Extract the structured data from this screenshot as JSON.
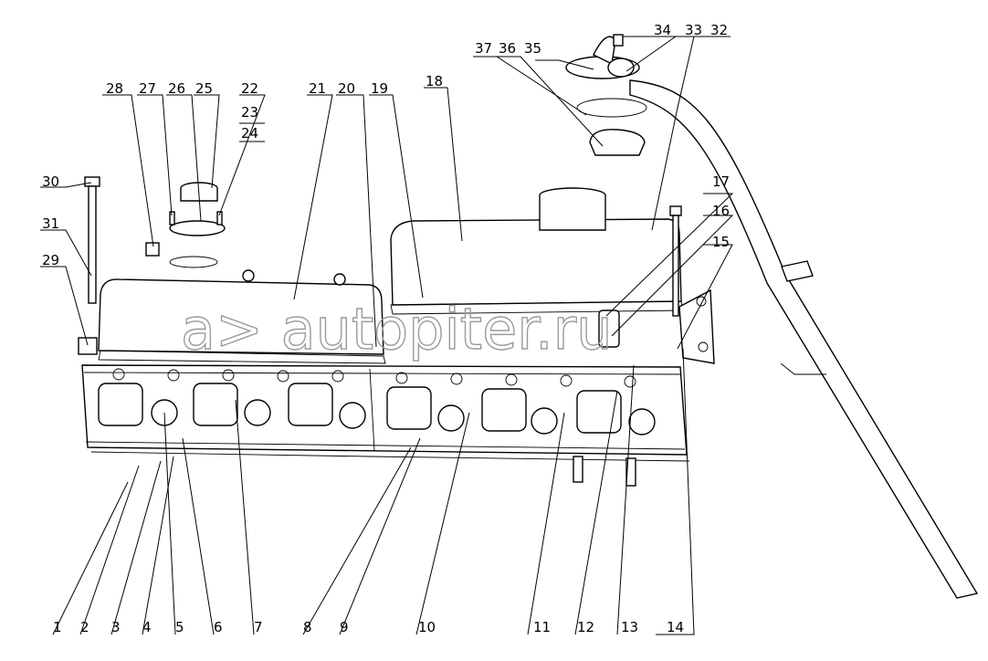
{
  "watermark": "a> autopiter.ru",
  "callouts": [
    "1",
    "2",
    "3",
    "4",
    "5",
    "6",
    "7",
    "8",
    "9",
    "10",
    "11",
    "12",
    "13",
    "14",
    "15",
    "16",
    "17",
    "18",
    "19",
    "20",
    "21",
    "22",
    "23",
    "24",
    "25",
    "26",
    "27",
    "28",
    "29",
    "30",
    "31",
    "32",
    "33",
    "34",
    "35",
    "36",
    "37"
  ]
}
